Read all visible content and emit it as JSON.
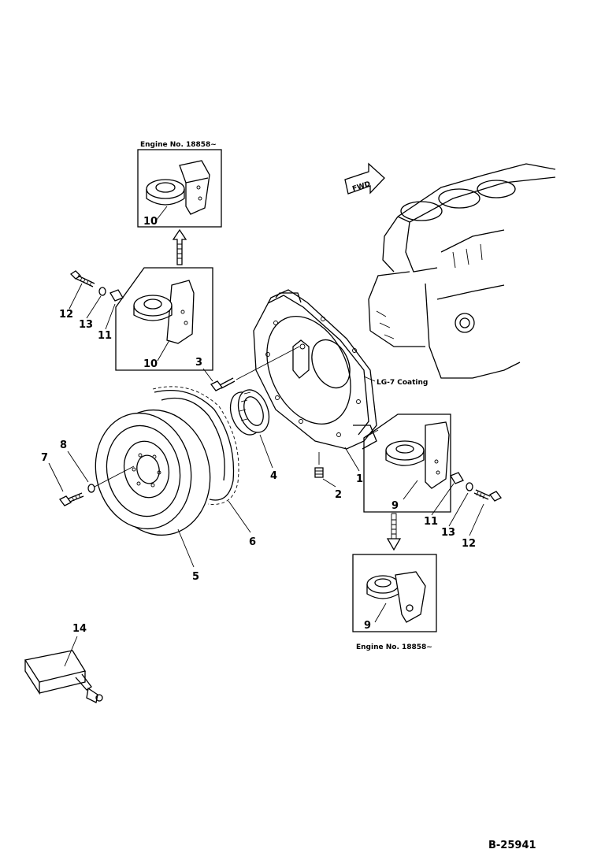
{
  "callouts": {
    "c1": "1",
    "c2": "2",
    "c3": "3",
    "c4": "4",
    "c5": "5",
    "c6": "6",
    "c7": "7",
    "c8": "8",
    "c9a": "9",
    "c9b": "9",
    "c10a": "10",
    "c10b": "10",
    "c11a": "11",
    "c11b": "11",
    "c12a": "12",
    "c12b": "12",
    "c13a": "13",
    "c13b": "13",
    "c14": "14"
  },
  "notes": {
    "engine_top": "Engine No. 18858~",
    "engine_bottom": "Engine No. 18858~",
    "coating": "LG-7 Coating",
    "fwd": "FWD"
  },
  "figure_ref": "B-25941"
}
